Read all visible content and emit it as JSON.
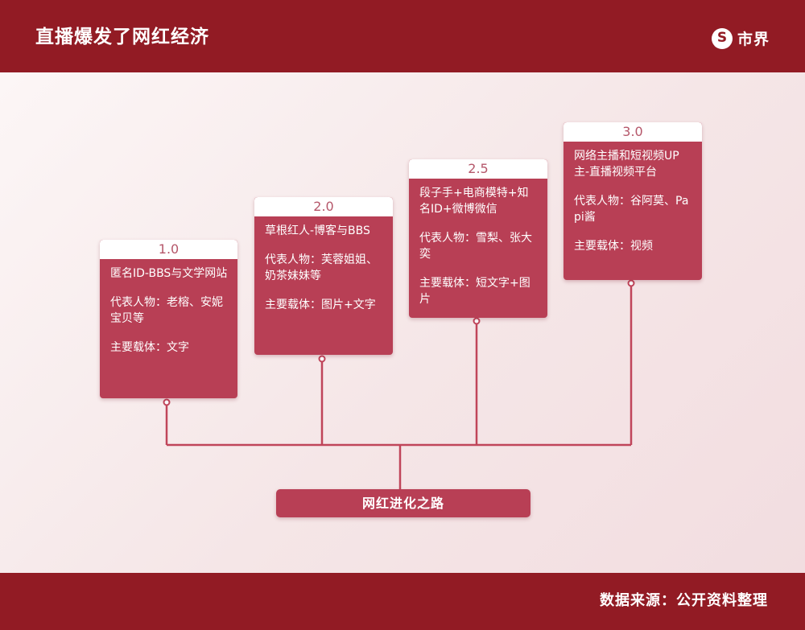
{
  "header": {
    "title": "直播爆发了网红经济",
    "logo_mark": "S",
    "logo_text": "市界"
  },
  "stages": [
    {
      "version": "1.0",
      "description": "匿名ID-BBS与文学网站",
      "figures": "代表人物：老榕、安妮宝贝等",
      "medium": "主要载体：文字"
    },
    {
      "version": "2.0",
      "description": "草根红人-博客与BBS",
      "figures": "代表人物：芙蓉姐姐、奶茶妹妹等",
      "medium": "主要载体：图片+文字"
    },
    {
      "version": "2.5",
      "description": "段子手+电商模特+知名ID+微博微信",
      "figures": "代表人物：雪梨、张大奕",
      "medium": "主要载体：短文字+图片"
    },
    {
      "version": "3.0",
      "description": "网络主播和短视频UP主-直播视频平台",
      "figures": "代表人物：谷阿莫、Papi酱",
      "medium": "主要载体：视频"
    }
  ],
  "path_label": "网红进化之路",
  "footer": {
    "source": "数据来源：公开资料整理"
  },
  "colors": {
    "brand_red": "#921b24",
    "card_red": "#b83f55",
    "connector": "#c0455a"
  }
}
